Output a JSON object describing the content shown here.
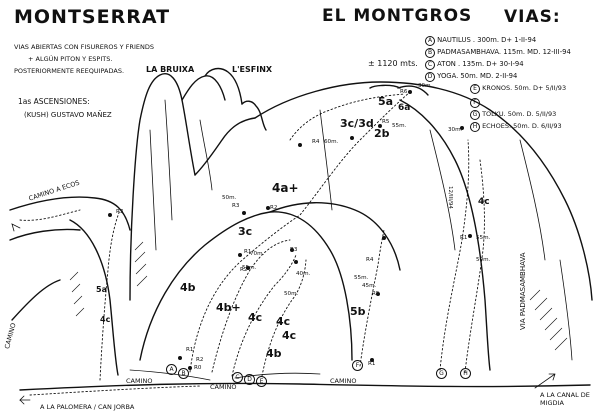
{
  "header": {
    "title_left": "MONTSERRAT",
    "title_center": "EL MONTGROS",
    "title_right": "VIAS:"
  },
  "intro": {
    "line1": "VIAS ABIERTAS CON FISUREROS Y FRIENDS",
    "line2": "+ ALGÚN PITON Y ESPITS.",
    "line3": "POSTERIORMENTE REEQUIPADAS.",
    "first_ascent_label": "1as ASCENSIONES:",
    "first_ascent_names": "(KUSH) GUSTAVO MAÑEZ"
  },
  "routes_legend": [
    {
      "letter": "A",
      "text": "NAUTILUS . 300m. D+  1-II-94"
    },
    {
      "letter": "B",
      "text": "PADMASAMBHAVA. 115m. MD. 12-III-94"
    },
    {
      "letter": "C",
      "text": "ATON . 135m. D+  30-I-94"
    },
    {
      "letter": "D",
      "text": "YOGA. 50m. MD.  2-II-94"
    }
  ],
  "routes_legend_right": [
    {
      "letter": "E",
      "text": "KRONOS. 50m. D+ 5/II/93"
    },
    {
      "letter": "F",
      "text": ""
    },
    {
      "letter": "G",
      "text": "TOLKU. 50m. D. 5/II/93"
    },
    {
      "letter": "H",
      "text": "ECHOES. 50m. D. 6/II/93"
    }
  ],
  "peaks": {
    "la_bruixa": "LA BRUIXA",
    "lesfinx": "L'ESFINX",
    "altitude": "± 1120 mts."
  },
  "camino_labels": {
    "camino_a_ecos": "CAMINO A ECOS",
    "camino_left": "CAMINO",
    "camino_bottom1": "CAMINO",
    "camino_bottom2": "CAMINO",
    "camino_bottom3": "CAMINO",
    "a_la_palomera": "A LA PALOMERA / CAN JORBA",
    "a_la_canal": "A LA CANAL DE MIGDIA"
  },
  "grades": [
    "5a",
    "6a",
    "3c/3d",
    "2b",
    "4a+",
    "3c",
    "4b",
    "4b+",
    "4c",
    "4c",
    "4b",
    "4c",
    "5b",
    "5a",
    "4c",
    "4c"
  ],
  "pitch_labels": [
    "30m.",
    "60m.",
    "55m.",
    "50m.",
    "55m.",
    "70m.",
    "55m.",
    "55m.",
    "50m.",
    "50m.",
    "40m.",
    "45m.",
    "30m.",
    "12/III/94"
  ],
  "belay_labels": [
    "R6",
    "R5",
    "R4",
    "R3",
    "R2",
    "R1",
    "R5",
    "R4",
    "R3",
    "R2",
    "R1",
    "R1",
    "R2",
    "R3",
    "R1",
    "R0"
  ],
  "route_markers": [
    "A",
    "B",
    "C",
    "D",
    "E",
    "F",
    "G",
    "H"
  ],
  "side_labels": {
    "via_padmasambhava": "VIA PADMASAMBHAVA"
  }
}
